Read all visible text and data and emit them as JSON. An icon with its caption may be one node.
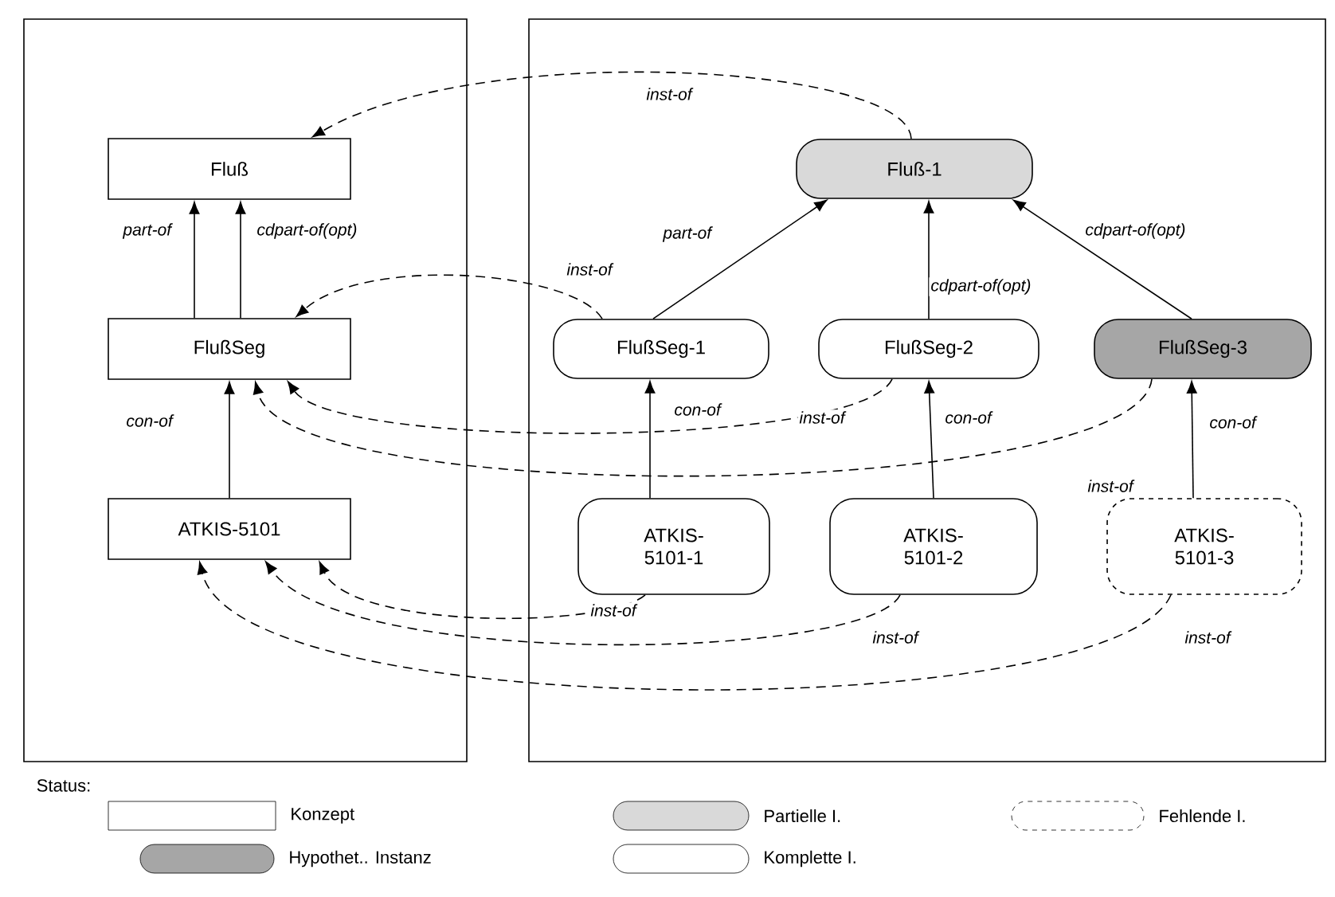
{
  "diagram": {
    "nodes": [
      {
        "text": [],
        "shape": "box"
      },
      {
        "text": [],
        "shape": "box"
      },
      {
        "text": [
          "Fluß"
        ],
        "in": 0
      },
      {
        "text": [
          "FlußSeg"
        ],
        "in": 0
      },
      {
        "text": [
          "ATKIS-5101"
        ],
        "in": 0
      },
      {
        "text": [
          "Fluß-1"
        ],
        "in": 1
      },
      {
        "text": [
          "FlußSeg-1"
        ],
        "in": 1
      },
      {
        "text": [
          "FlußSeg-2"
        ],
        "in": 1
      },
      {
        "text": [
          "FlußSeg-3"
        ],
        "in": 1
      },
      {
        "text": [
          "ATKIS-5101-1"
        ],
        "in": 1
      },
      {
        "text": [
          "ATKIS-5101-2"
        ],
        "in": 1
      },
      {
        "text": [
          "ATKIS-5101-3"
        ],
        "in": 1
      }
    ],
    "edges": [
      {
        "from": 3,
        "to": 2,
        "arrow": "to",
        "label": "part-of"
      },
      {
        "from": 3,
        "to": 2,
        "arrow": "to",
        "label": "cdpart-of(opt)"
      },
      {
        "from": 4,
        "to": 3,
        "arrow": "to",
        "label": "con-of"
      },
      {
        "from": 6,
        "to": 5,
        "arrow": "to",
        "label": "part-of"
      },
      {
        "from": 7,
        "to": 5,
        "arrow": "to",
        "label": "cdpart-of(opt)"
      },
      {
        "from": 8,
        "to": 5,
        "arrow": "to",
        "label": "cdpart-of(opt)"
      },
      {
        "from": 9,
        "to": 6,
        "arrow": "to",
        "label": "con-of"
      },
      {
        "from": 10,
        "to": 7,
        "arrow": "to",
        "label": "con-of"
      },
      {
        "from": 11,
        "to": 8,
        "arrow": "to",
        "label": "con-of"
      },
      {
        "from": 5,
        "to": 2,
        "arrow": "to",
        "label": "inst-of",
        "style": "dashed"
      },
      {
        "from": 6,
        "to": 3,
        "arrow": "to",
        "label": "inst-of",
        "style": "dashed"
      },
      {
        "from": 7,
        "to": 3,
        "arrow": "to",
        "label": "inst-of",
        "style": "dashed"
      },
      {
        "from": 8,
        "to": 3,
        "arrow": "to",
        "label": "inst-of",
        "style": "dashed"
      },
      {
        "from": 9,
        "to": 4,
        "arrow": "to",
        "label": "inst-of",
        "style": "dashed"
      },
      {
        "from": 10,
        "to": 4,
        "arrow": "to",
        "label": "inst-of",
        "style": "dashed"
      },
      {
        "from": 11,
        "to": 4,
        "arrow": "to",
        "label": "inst-of",
        "style": "dashed"
      }
    ],
    "labels": [
      "Status:"
    ],
    "legend": [
      {
        "text": "Konzept"
      },
      {
        "text": "Partielle I."
      },
      {
        "text": "Fehlende I."
      },
      {
        "text": "Hypothet.. Instanz"
      },
      {
        "text": "Komplette I."
      }
    ]
  }
}
